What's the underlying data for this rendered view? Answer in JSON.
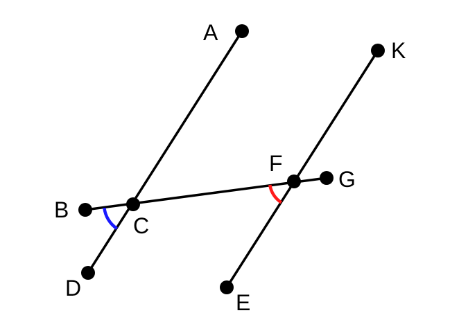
{
  "diagram": {
    "points": {
      "A": "A",
      "B": "B",
      "C": "C",
      "D": "D",
      "E": "E",
      "F": "F",
      "G": "G",
      "K": "K"
    },
    "colors": {
      "line": "#000000",
      "angle_at_C": "#1a1aff",
      "angle_at_F": "#ff1a1a",
      "background": "#ffffff"
    }
  }
}
